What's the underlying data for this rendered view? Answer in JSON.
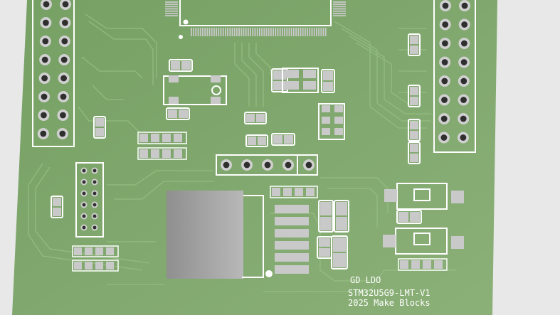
{
  "board": {
    "silkscreen": {
      "line1": "GD LDO",
      "line2": "STM32U5G9-LMT-V1",
      "line3": "2025 Make Blocks"
    }
  },
  "colors": {
    "background": "#e8e8e8",
    "board_green": "#7fa56c",
    "trace": "#93ba80",
    "silkscreen": "#ffffff",
    "pad": "#c9c9c9",
    "hole": "#2f2f2f"
  },
  "icons": {
    "pin1_marker": "dot-icon"
  }
}
